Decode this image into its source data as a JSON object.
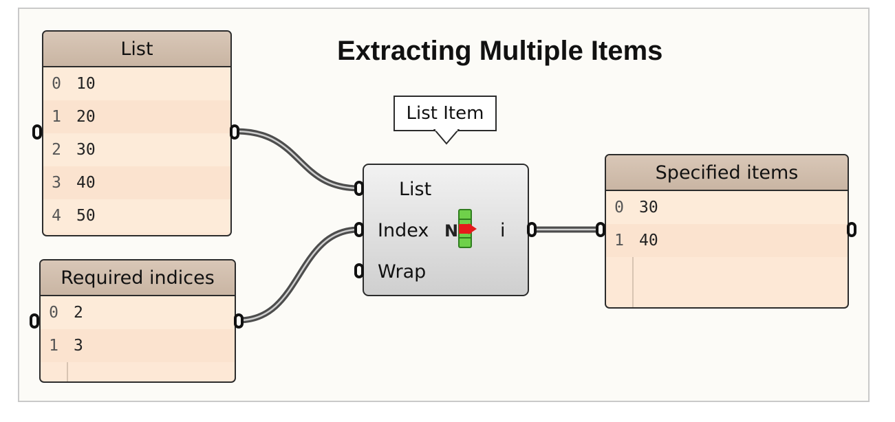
{
  "title": "Extracting Multiple Items",
  "list_panel": {
    "header": "List",
    "rows": [
      {
        "index": "0",
        "value": "10"
      },
      {
        "index": "1",
        "value": "20"
      },
      {
        "index": "2",
        "value": "30"
      },
      {
        "index": "3",
        "value": "40"
      },
      {
        "index": "4",
        "value": "50"
      }
    ]
  },
  "indices_panel": {
    "header": "Required indices",
    "rows": [
      {
        "index": "0",
        "value": "2"
      },
      {
        "index": "1",
        "value": "3"
      }
    ]
  },
  "component": {
    "tooltip": "List Item",
    "inputs": [
      "List",
      "Index",
      "Wrap"
    ],
    "output": "i",
    "icon": "list-item-icon"
  },
  "output_panel": {
    "header": "Specified items",
    "rows": [
      {
        "index": "0",
        "value": "30"
      },
      {
        "index": "1",
        "value": "40"
      }
    ]
  }
}
